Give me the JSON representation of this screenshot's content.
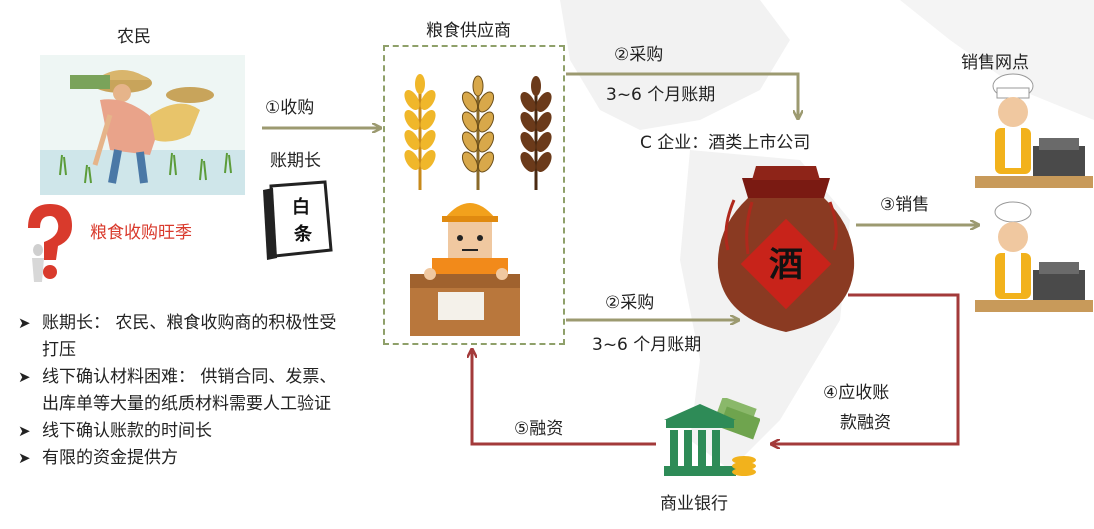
{
  "farmer": {
    "title": "农民"
  },
  "grain_supplier": {
    "title": "粮食供应商"
  },
  "company": {
    "label": "C 企业：酒类上市公司",
    "jar_char": "酒"
  },
  "sales_point": {
    "title": "销售网点"
  },
  "bank": {
    "title": "商业银行"
  },
  "question": {
    "text": "粮食收购旺季"
  },
  "receipt": {
    "text": "白条"
  },
  "flows": {
    "purchase": "①收购",
    "long_term": "账期长",
    "procure_top": "②采购",
    "term_top": "3~6 个月账期",
    "procure_bottom": "②采购",
    "term_bottom": "3~6 个月账期",
    "sell": "③销售",
    "receivable_line1": "④应收账",
    "receivable_line2": "款融资",
    "financing": "⑤融资"
  },
  "bullets": [
    {
      "text": "账期长：  农民、粮食收购商的积极性受打压"
    },
    {
      "text": "线下确认材料困难：  供销合同、发票、出库单等大量的纸质材料需要人工验证"
    },
    {
      "text": "线下确认账款的时间长"
    },
    {
      "text": "有限的资金提供方"
    }
  ],
  "colors": {
    "olive_arrow": "#9c9a70",
    "red_arrow": "#a33a3a",
    "question_red": "#d93a2c"
  }
}
